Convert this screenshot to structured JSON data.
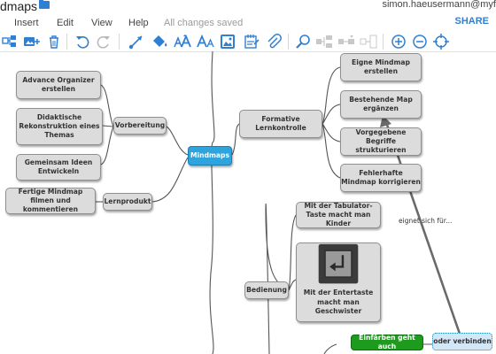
{
  "app": {
    "title": "dmaps",
    "user": "simon.haeusermann@myf",
    "status": "All changes saved",
    "share_label": "SHARE"
  },
  "menu": [
    "Insert",
    "Edit",
    "View",
    "Help"
  ],
  "toolbar": {
    "icons": [
      "add-child-node-icon",
      "insert-image-icon",
      "delete-icon",
      "undo-icon",
      "redo-icon",
      "connect-nodes-icon",
      "fill-color-icon",
      "increase-font-icon",
      "decrease-font-icon",
      "image-icon",
      "note-icon",
      "attach-link-icon",
      "search-icon",
      "align-icon-1",
      "align-icon-2",
      "align-icon-3",
      "zoom-in-icon",
      "zoom-out-icon",
      "center-icon"
    ]
  },
  "colors": {
    "accent": "#2f7fd2",
    "center_node": "#2fa4dc",
    "node_bg": "#dcdcdc",
    "green_node": "#1e9a1e",
    "dotted_node_bg": "#d3e7f7"
  },
  "mindmap": {
    "center": "Mindmaps",
    "vorbereitung": "Vorbereitung",
    "advance_organizer": "Advance Organizer erstellen",
    "didaktische": "Didaktische Rekonstruktion eines Themas",
    "gemeinsam": "Gemeinsam Ideen Entwickeln",
    "lernprodukt": "Lernprodukt",
    "fertige_mindmap": "Fertige Mindmap filmen und kommentieren",
    "formative": "Formative Lernkontrolle",
    "eigne_mindmap": "Eigne Mindmap erstellen",
    "bestehende_map": "Bestehende Map ergänzen",
    "vorgegebene": "Vorgegebene Begriffe strukturieren",
    "fehlerhafte": "Fehlerhafte Mindmap korrigieren",
    "bedienung": "Bedienung",
    "tabulator": "Mit der Tabulator-Taste macht man Kinder",
    "entertaste": "Mit der Entertaste macht man Geschwister",
    "einfaerben": "Einfärben geht auch",
    "oder_verbinden": "oder verbinden",
    "eignet_sich": "eignet sich für..."
  }
}
